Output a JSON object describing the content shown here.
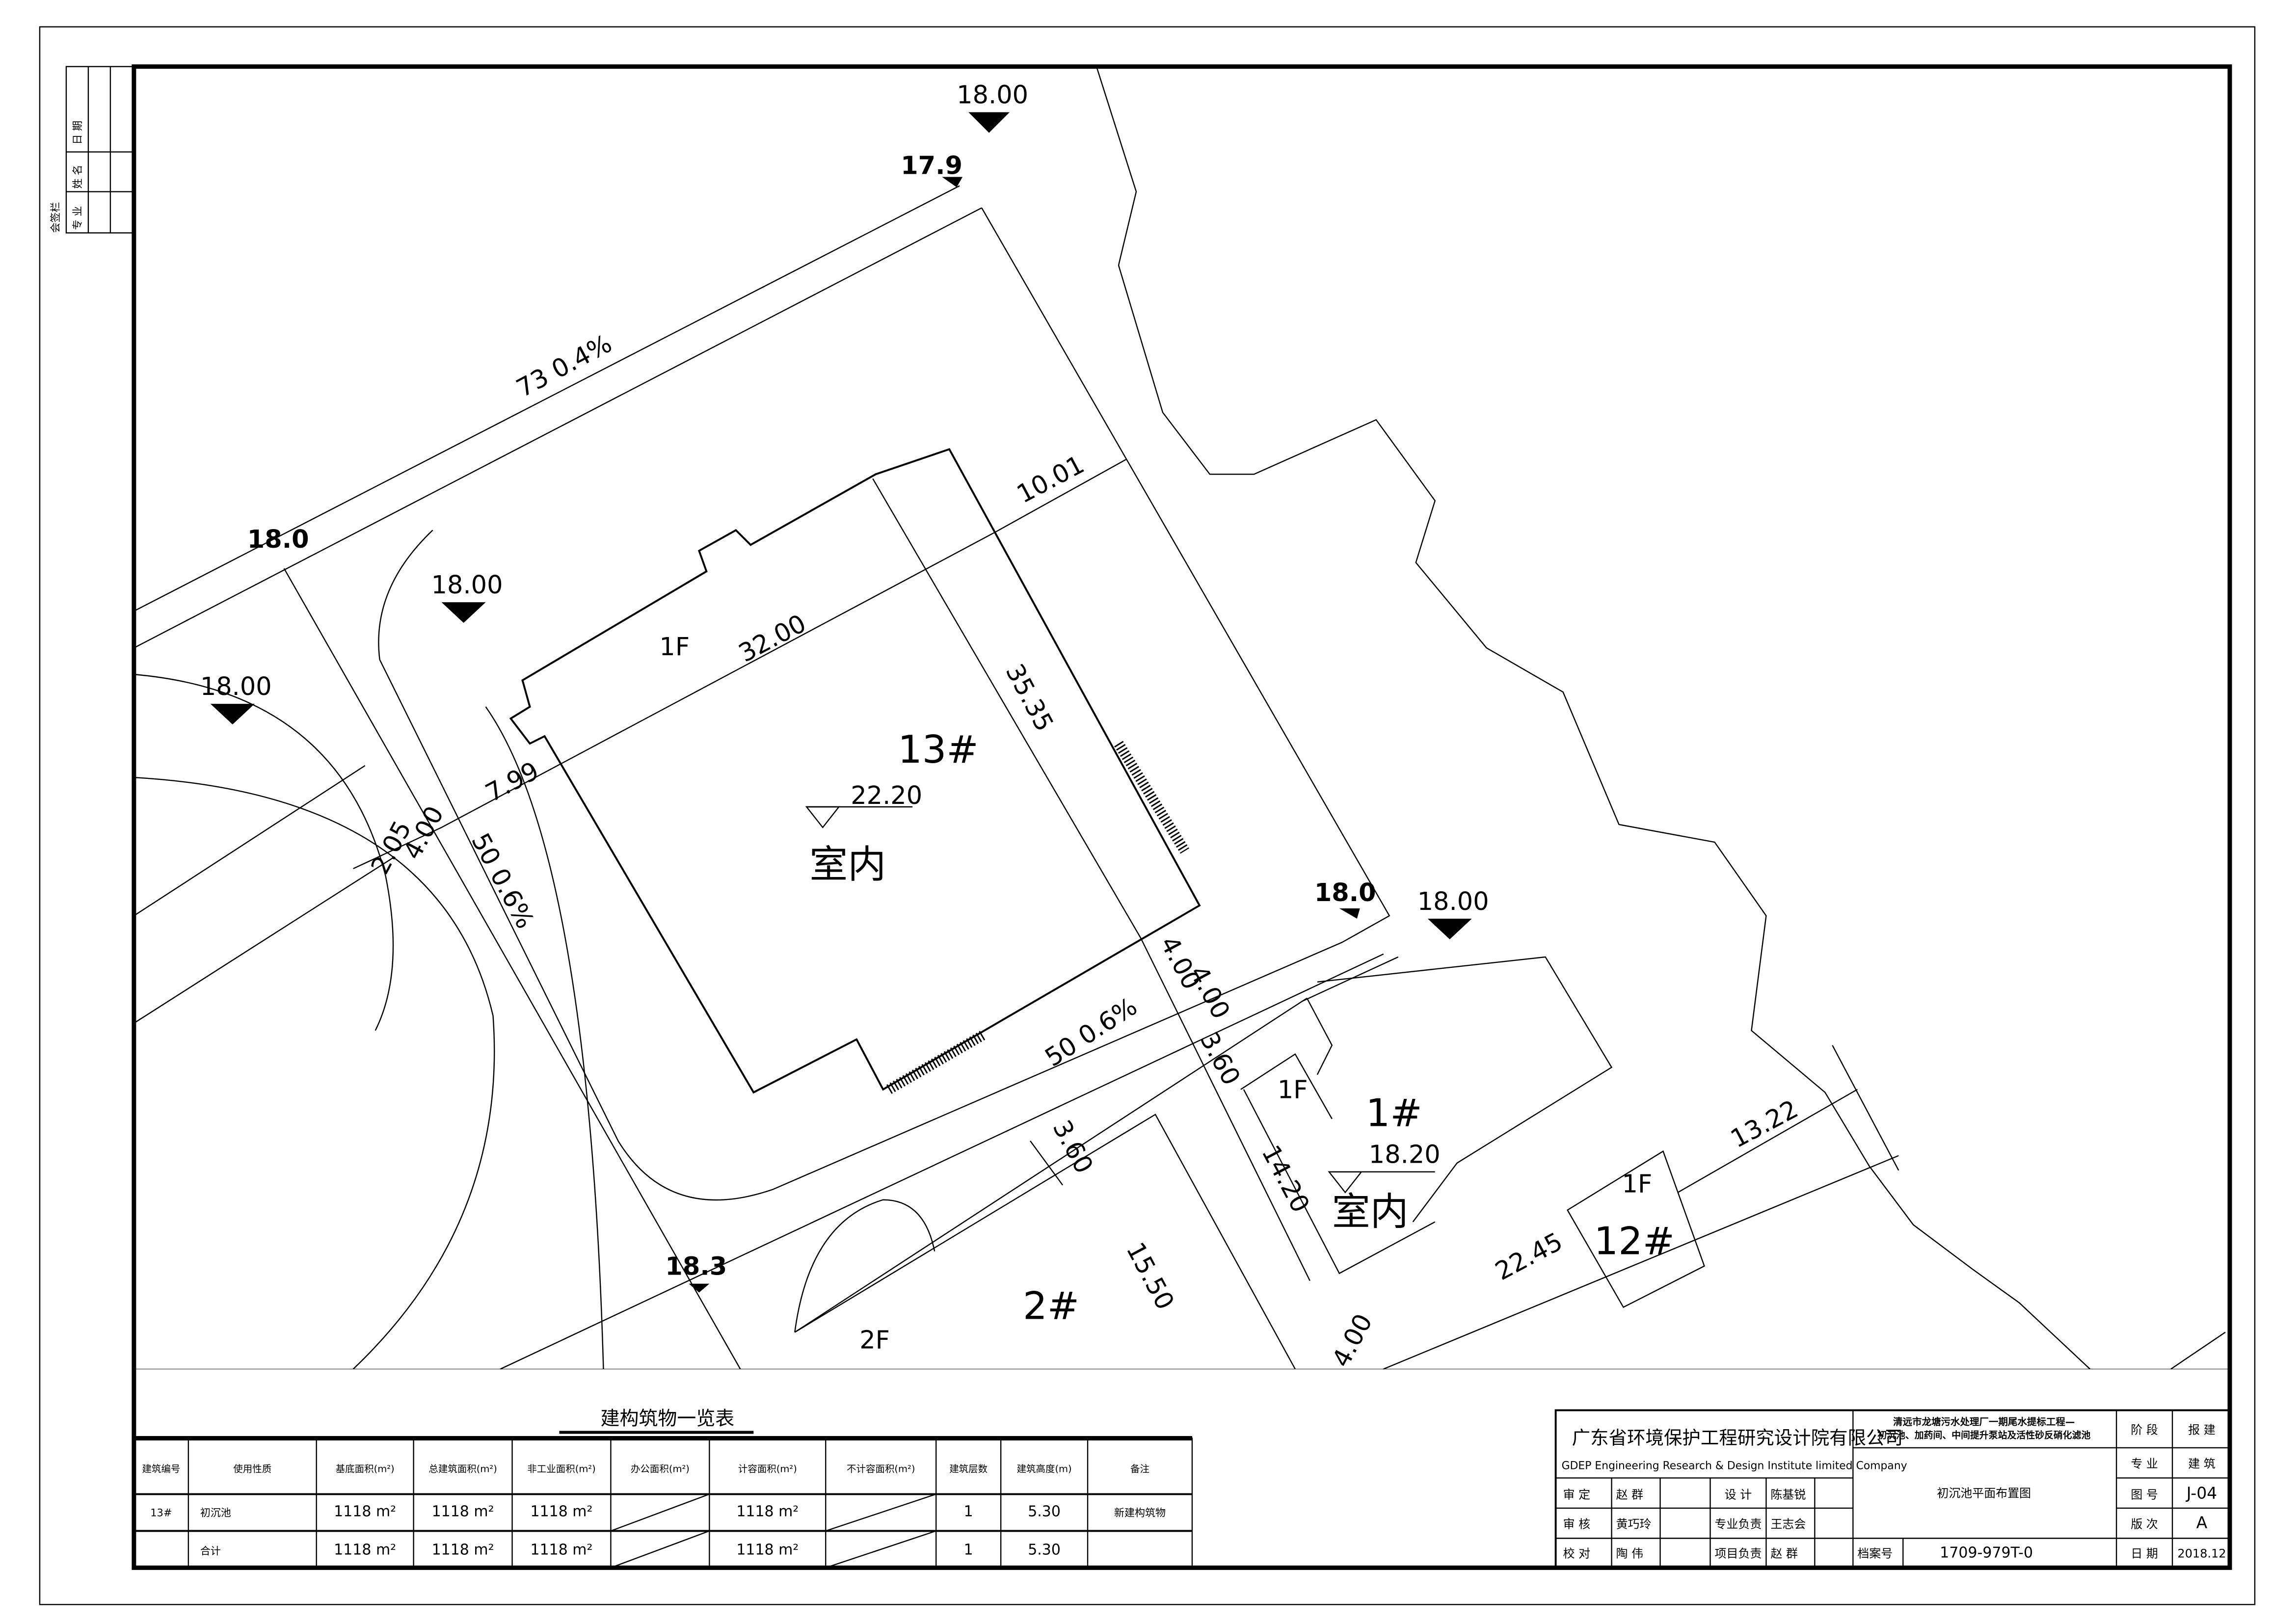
{
  "signature_block": {
    "title": "会签栏",
    "headers": [
      "专 业",
      "姓 名",
      "日 期"
    ]
  },
  "plan": {
    "elevations": {
      "top_design": "18.00",
      "top_road": "17.9",
      "left_road": "18.0",
      "left_design": "18.00",
      "far_left_design": "18.00",
      "right_road": "18.0",
      "right_design": "18.00",
      "bottom_road": "18.3"
    },
    "road_slopes": {
      "top": "73 0.4%",
      "left": "50 0.6%",
      "bottom": "50 0.6%"
    },
    "buildings": {
      "b13": {
        "name": "13#",
        "floors": "1F",
        "indoor_elev": "22.20",
        "indoor_label": "室内"
      },
      "b1": {
        "name": "1#",
        "floors": "1F",
        "indoor_elev": "18.20",
        "indoor_label": "室内"
      },
      "b2": {
        "name": "2#",
        "floors": "2F"
      },
      "b12": {
        "name": "12#",
        "floors": "1F"
      }
    },
    "dimensions": {
      "d32": "32.00",
      "d1001": "10.01",
      "d3535": "35.35",
      "d799": "7.99",
      "d205": "2.05",
      "d400a": "4.00",
      "d400b": "4.00",
      "d400c": "4.00",
      "d360a": "3.60",
      "d360b": "3.60",
      "d1420": "14.20",
      "d1550": "15.50",
      "d1322": "13.22",
      "d2245": "22.45",
      "d400d": "4.00"
    }
  },
  "building_table": {
    "title": "建构筑物一览表",
    "headers": [
      "建筑编号",
      "使用性质",
      "基底面积(m²)",
      "总建筑面积(m²)",
      "非工业面积(m²)",
      "办公面积(m²)",
      "计容面积(m²)",
      "不计容面积(m²)",
      "建筑层数",
      "建筑高度(m)",
      "备注"
    ],
    "rows": [
      [
        "13#",
        "初沉池",
        "1118  m²",
        "1118  m²",
        "1118  m²",
        "",
        "1118  m²",
        "",
        "1",
        "5.30",
        "新建构筑物"
      ],
      [
        "",
        "合计",
        "1118  m²",
        "1118  m²",
        "1118  m²",
        "",
        "1118  m²",
        "",
        "1",
        "5.30",
        ""
      ]
    ]
  },
  "title_block": {
    "company_cn": "广东省环境保护工程研究设计院有限公司",
    "company_en": "GDEP Engineering Research & Design Institute limited Company",
    "project_line1": "清远市龙塘污水处理厂一期尾水提标工程—",
    "project_line2": "初沉池、加药间、中间提升泵站及活性砂反硝化滤池",
    "drawing_title": "初沉池平面布置图",
    "roles": [
      {
        "label": "审 定",
        "name": "赵 群",
        "label2": "设 计",
        "name2": "陈基锐"
      },
      {
        "label": "审 核",
        "name": "黄巧玲",
        "label2": "专业负责",
        "name2": "王志会"
      },
      {
        "label": "校 对",
        "name": "陶 伟",
        "label2": "项目负责",
        "name2": "赵 群"
      }
    ],
    "archive_label": "档案号",
    "archive_no": "1709-979T-0",
    "meta": [
      {
        "label": "阶 段",
        "value": "报 建"
      },
      {
        "label": "专 业",
        "value": "建 筑"
      },
      {
        "label": "图 号",
        "value": "J-04"
      },
      {
        "label": "版 次",
        "value": "A"
      },
      {
        "label": "日 期",
        "value": "2018.12"
      }
    ]
  }
}
